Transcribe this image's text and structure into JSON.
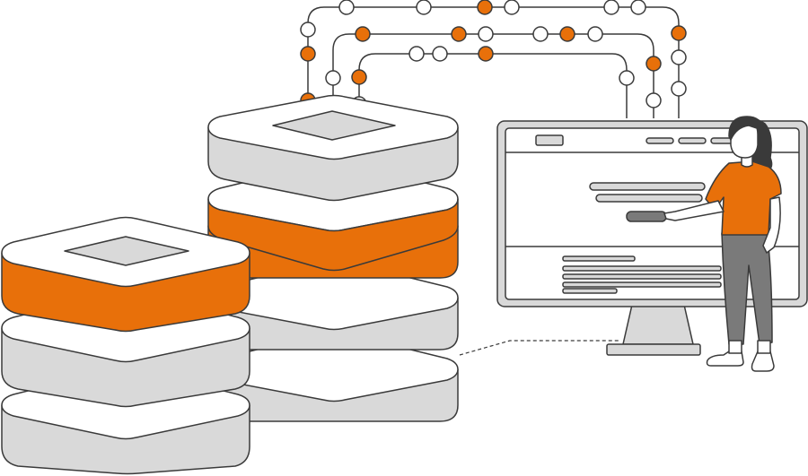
{
  "colors": {
    "accent": "#E8700A",
    "gray": "#D9D9D9",
    "outline": "#3A3A3A",
    "white": "#FFFFFF",
    "dark_gray": "#7A7A7A"
  },
  "illustration": {
    "subject": "database-servers-connected-to-monitor",
    "server_stacks": [
      {
        "name": "left-stack",
        "layers": [
          "accent",
          "gray",
          "gray"
        ]
      },
      {
        "name": "right-stack",
        "layers": [
          "gray",
          "accent",
          "gray",
          "gray"
        ]
      }
    ],
    "connection_lines": 3,
    "monitor": {
      "has_nav_bars": true,
      "content_lines": 5,
      "button": true
    },
    "person": {
      "shirt_color": "accent",
      "pants_color": "dark_gray",
      "pointing_at": "monitor-button"
    }
  }
}
